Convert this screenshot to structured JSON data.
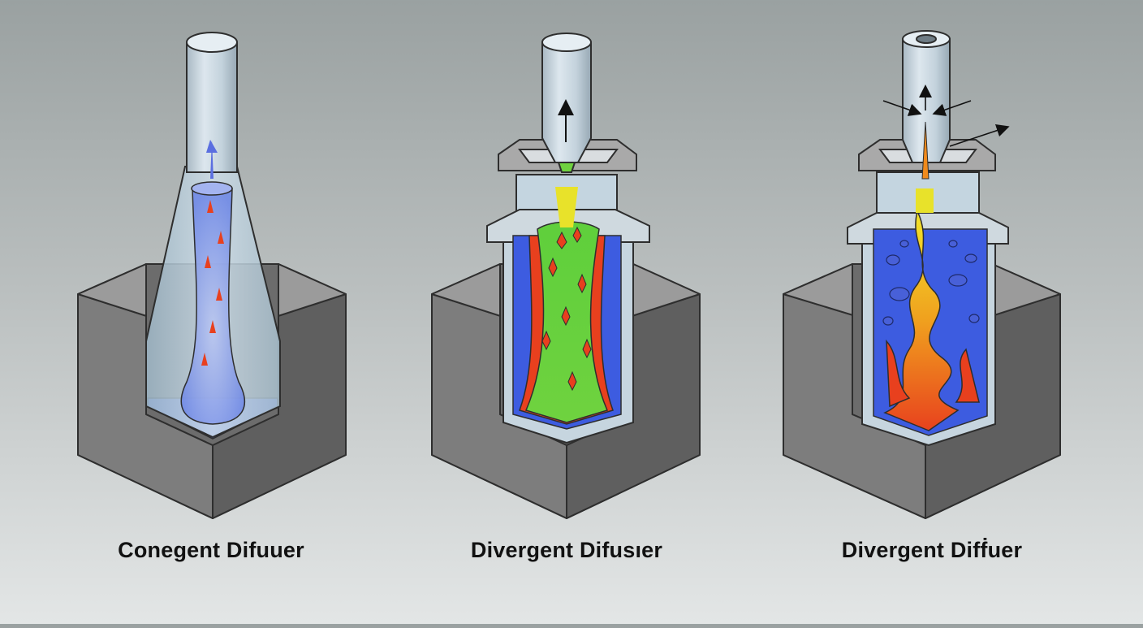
{
  "panels": [
    {
      "caption": "Conegent Difuuer"
    },
    {
      "caption": "Divergent Difusıer"
    },
    {
      "caption": "Divergent Difḟuer"
    }
  ],
  "colors": {
    "block_top": "#9a9a9a",
    "block_front": "#7c7c7c",
    "block_side": "#5e5e5e",
    "glass": "#bcd0dc",
    "fluid_blue": "#3d5ce0",
    "fluid_green": "#5ec43a",
    "fluid_yellow": "#e8e22a",
    "fluid_orange": "#f08a1c",
    "fluid_red": "#e8401e"
  },
  "icons": [
    "up-arrow-icon",
    "right-arrow-icon",
    "inlet-arrow-icon"
  ]
}
